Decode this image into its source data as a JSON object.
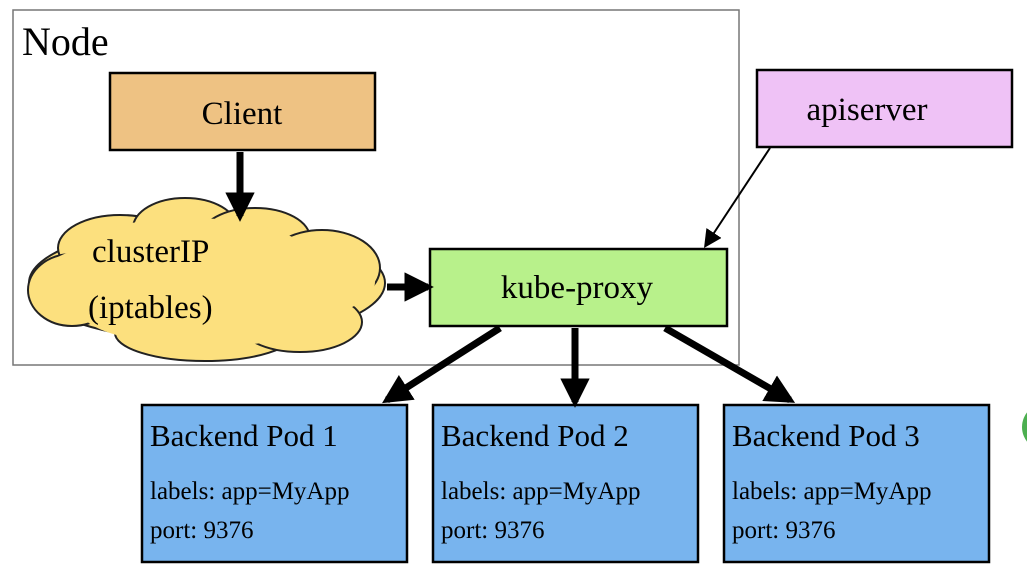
{
  "node": {
    "title": "Node"
  },
  "client": {
    "label": "Client",
    "color": "#EEC283"
  },
  "cluster_ip": {
    "line1": "clusterIP",
    "line2": "(iptables)",
    "color": "#FCE07E"
  },
  "kube_proxy": {
    "label": "kube-proxy",
    "color": "#B8F18B"
  },
  "apiserver": {
    "label": "apiserver",
    "color": "#EFC2F6"
  },
  "pods": [
    {
      "title": "Backend Pod 1",
      "labels": "labels: app=MyApp",
      "port": "port: 9376"
    },
    {
      "title": "Backend Pod 2",
      "labels": "labels: app=MyApp",
      "port": "port: 9376"
    },
    {
      "title": "Backend Pod 3",
      "labels": "labels: app=MyApp",
      "port": "port: 9376"
    }
  ],
  "pod_color": "#78B4EE"
}
